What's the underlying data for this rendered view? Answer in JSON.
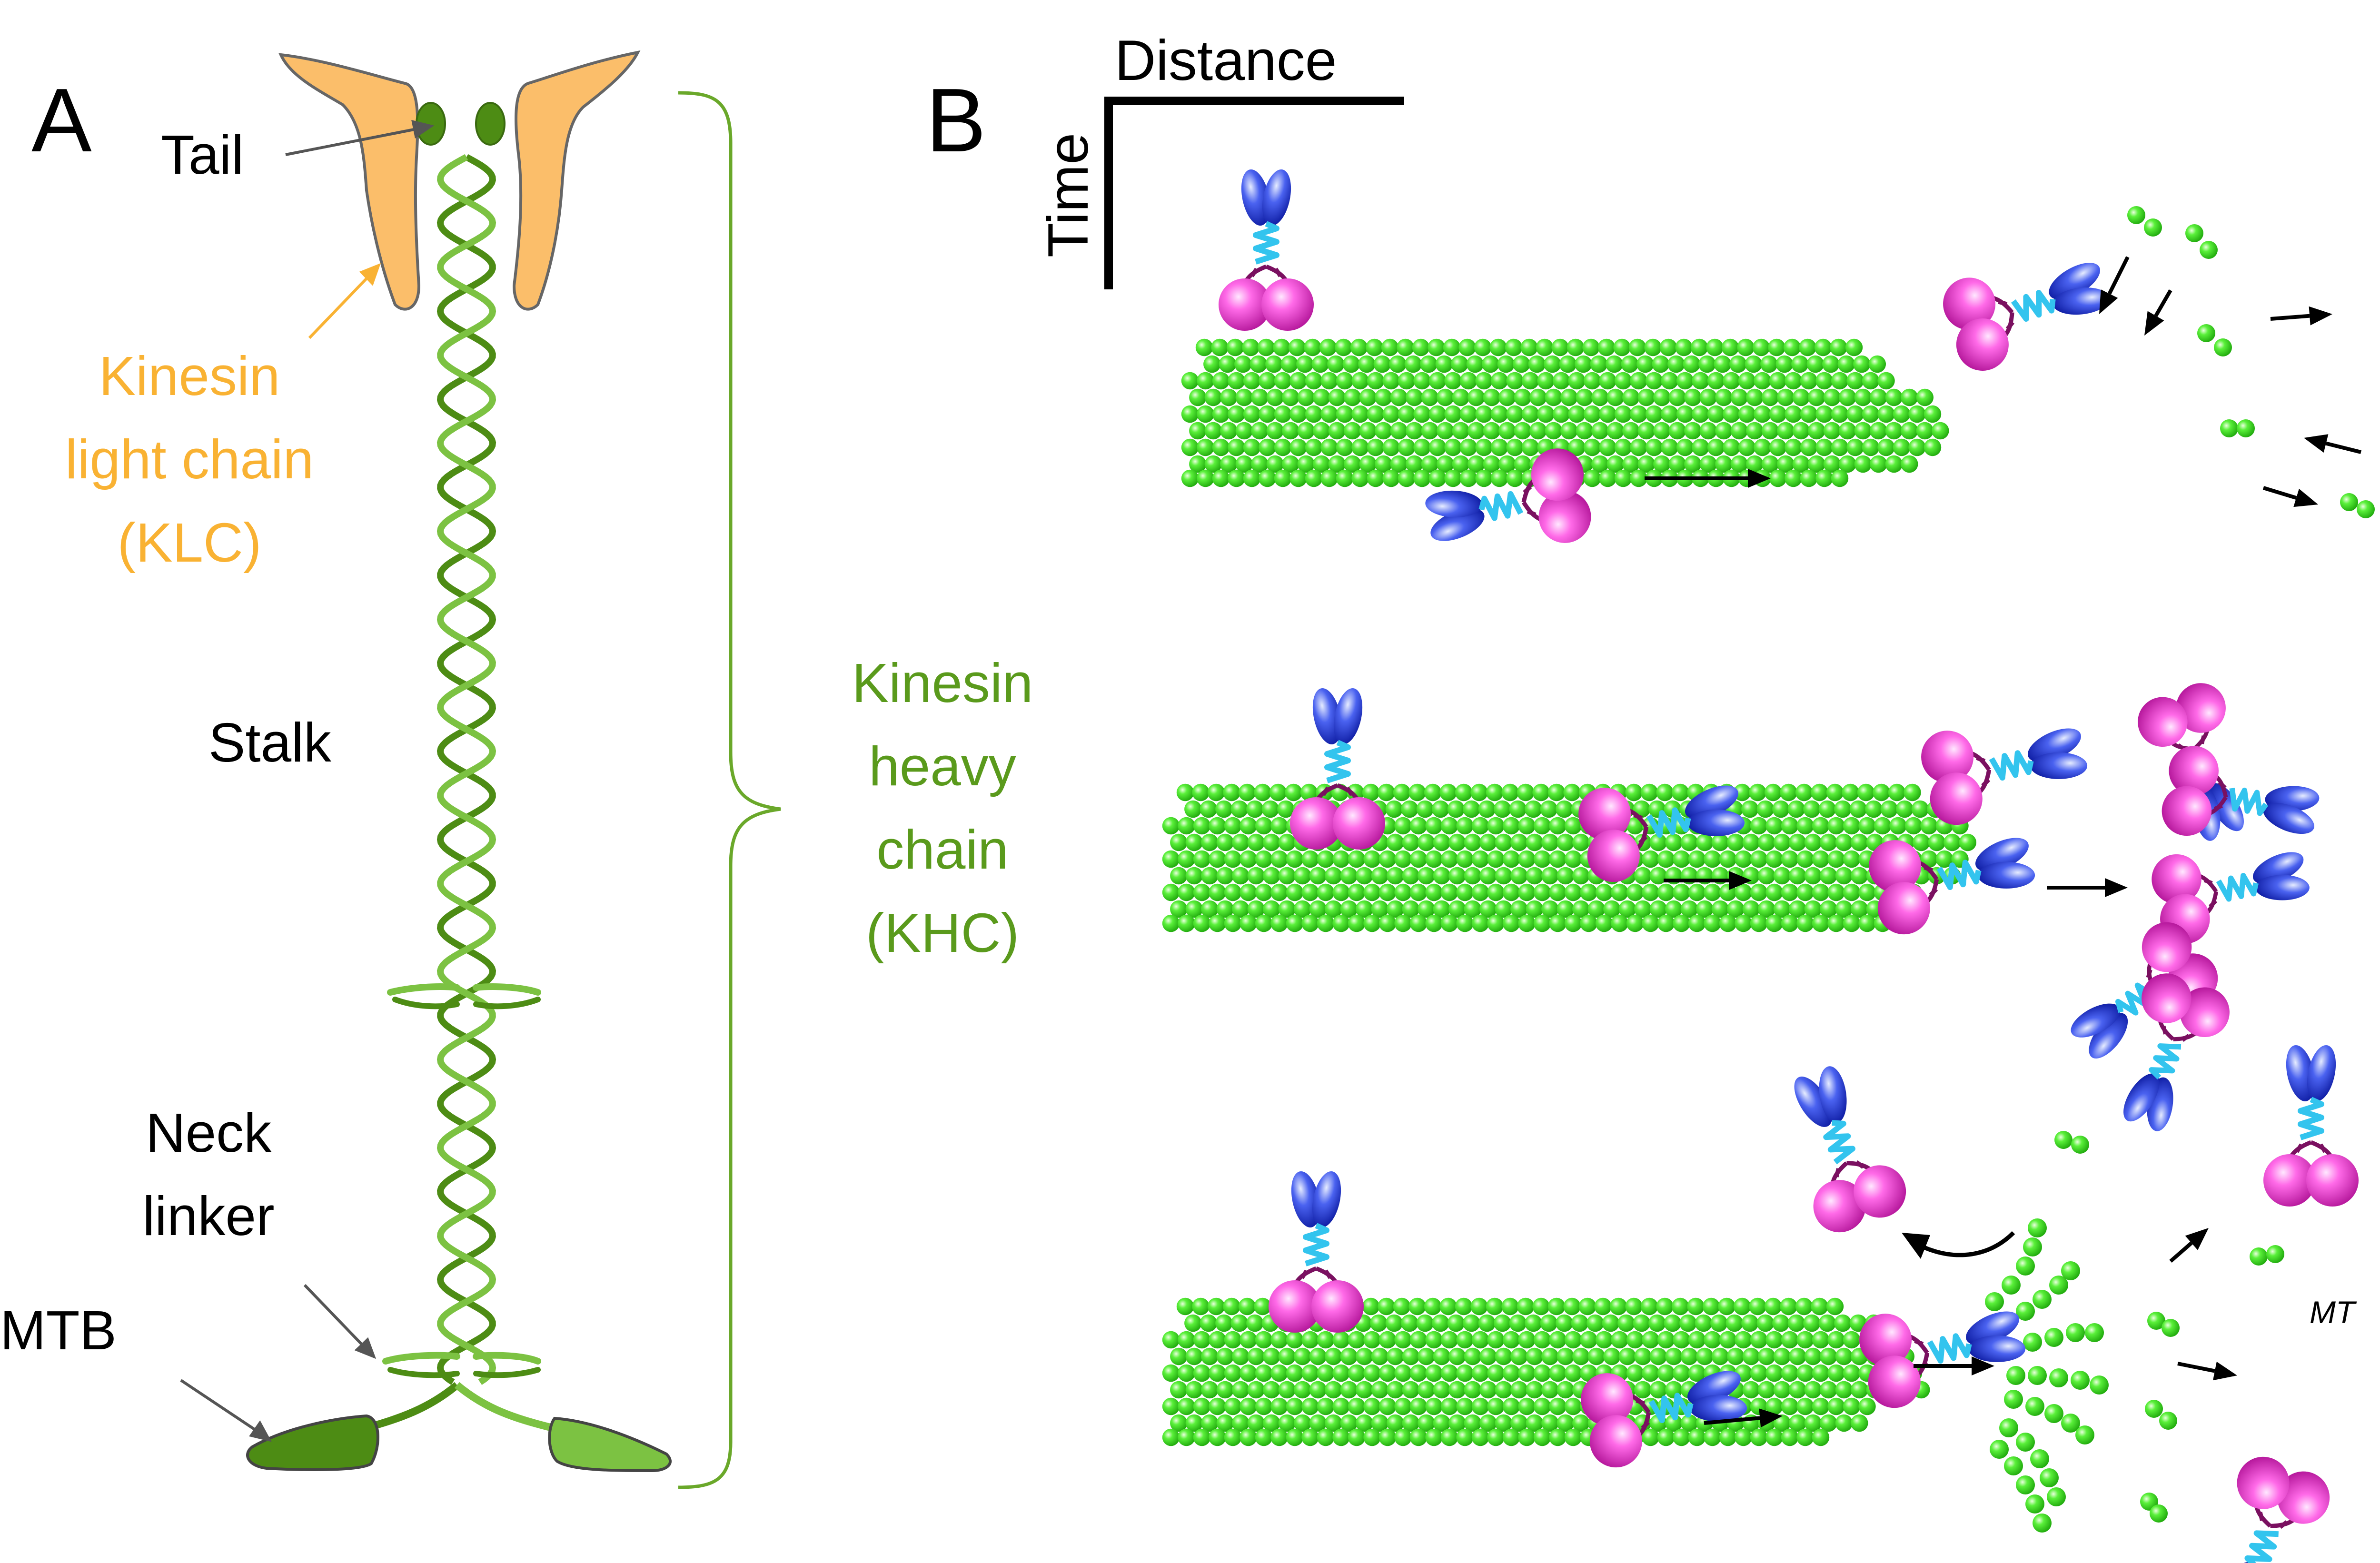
{
  "panel_a": {
    "letter": "A",
    "labels": {
      "tail": "Tail",
      "klc_line1": "Kinesin",
      "klc_line2": "light chain",
      "klc_line3": "(KLC)",
      "stalk": "Stalk",
      "neck_line1": "Neck",
      "neck_line2": "linker",
      "mtb": "MTB",
      "khc_line1": "Kinesin",
      "khc_line2": "heavy",
      "khc_line3": "chain",
      "khc_line4": "(KHC)"
    }
  },
  "panel_b": {
    "letter": "B",
    "axis_x_label": "Distance",
    "axis_y_label": "Time",
    "mt_label": "MT"
  },
  "colors": {
    "klc": "#f9b233",
    "klc_fill": "#fbbe6a",
    "khc_dark": "#4d8c14",
    "khc_light": "#7cc242",
    "khc_label": "#5a9a1c",
    "tubulin": "#35e01a",
    "motor_head": "#e63ccc",
    "motor_blue": "#1a2ed0",
    "coil_cyan": "#33c4ee",
    "linker_purple": "#7a1060",
    "text": "#000000"
  }
}
